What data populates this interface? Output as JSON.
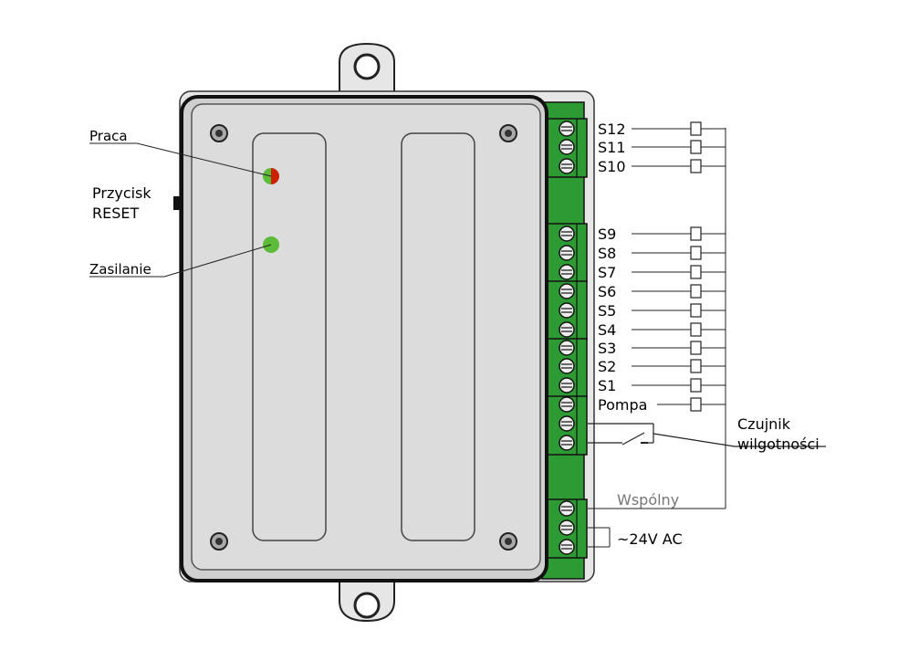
{
  "labels": {
    "praca": "Praca",
    "przycisk_line1": "Przycisk",
    "przycisk_line2": "RESET",
    "zasilanie": "Zasilanie",
    "czujnik_line1": "Czujnik",
    "czujnik_line2": "wilgotności",
    "wspolny": "Wspólny",
    "ac": "~24V AC"
  },
  "outputs": [
    {
      "id": "s12",
      "label": "S12"
    },
    {
      "id": "s11",
      "label": "S11"
    },
    {
      "id": "s10",
      "label": "S10"
    },
    {
      "id": "s9",
      "label": "S9"
    },
    {
      "id": "s8",
      "label": "S8"
    },
    {
      "id": "s7",
      "label": "S7"
    },
    {
      "id": "s6",
      "label": "S6"
    },
    {
      "id": "s5",
      "label": "S5"
    },
    {
      "id": "s4",
      "label": "S4"
    },
    {
      "id": "s3",
      "label": "S3"
    },
    {
      "id": "s2",
      "label": "S2"
    },
    {
      "id": "s1",
      "label": "S1"
    },
    {
      "id": "pompa",
      "label": "Pompa"
    }
  ],
  "colors": {
    "led_green": "#5dbb3a",
    "led_red": "#cc2200",
    "terminal_green": "#2e9a34",
    "body_gray": "#dcdcdc",
    "wspolny_text": "#777777"
  }
}
